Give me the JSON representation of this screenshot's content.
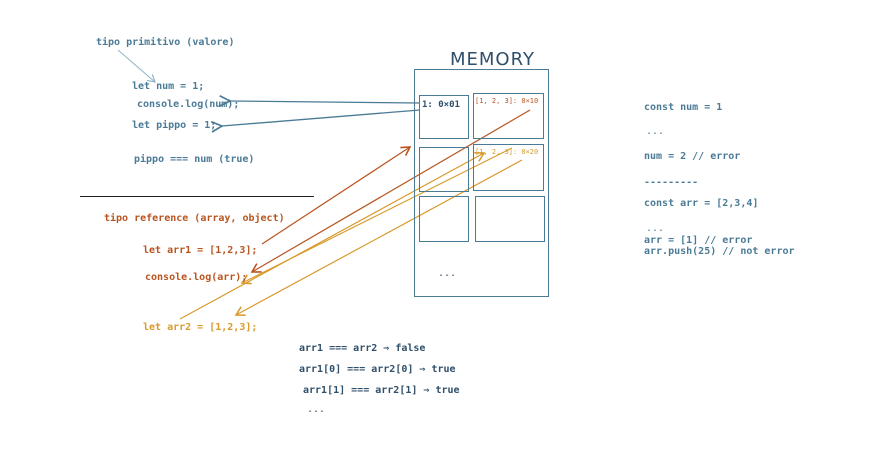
{
  "primitive": {
    "heading": "tipo primitivo (valore)",
    "code_let_num": "let num = 1;",
    "code_console": "console.log(num);",
    "code_let_pippo": "let pippo = 1;",
    "code_compare": "pippo === num (true)"
  },
  "reference": {
    "heading": "tipo reference (array, object)",
    "code_let_arr1": "let arr1 = [1,2,3];",
    "code_console": "console.log(arr);",
    "code_let_arr2": "let arr2 = [1,2,3];"
  },
  "memory": {
    "title": "MEMORY",
    "cell_num": "1: 0×01",
    "cell_arr1": "[1, 2, 3]: 0×10",
    "cell_arr2": "[1, 2, 3]: 0×20",
    "ellipsis": "..."
  },
  "comparisons": {
    "line1": "arr1 === arr2 ⇒ false",
    "line2": "arr1[0] === arr2[0] ⇒ true",
    "line3": "arr1[1] === arr2[1] ⇒ true",
    "line4": "..."
  },
  "const_notes": {
    "line1": "const num = 1",
    "line2": "...",
    "line3": "num = 2 // error",
    "line4": "---------",
    "line5": "const arr = [2,3,4]",
    "line6": "...",
    "line7": "arr = [1] // error",
    "line8": "arr.push(25) // not error"
  },
  "colors": {
    "blue": "#4b7a96",
    "red": "#b8541f",
    "orange": "#d99a2b",
    "dark": "#2f4f6a"
  }
}
